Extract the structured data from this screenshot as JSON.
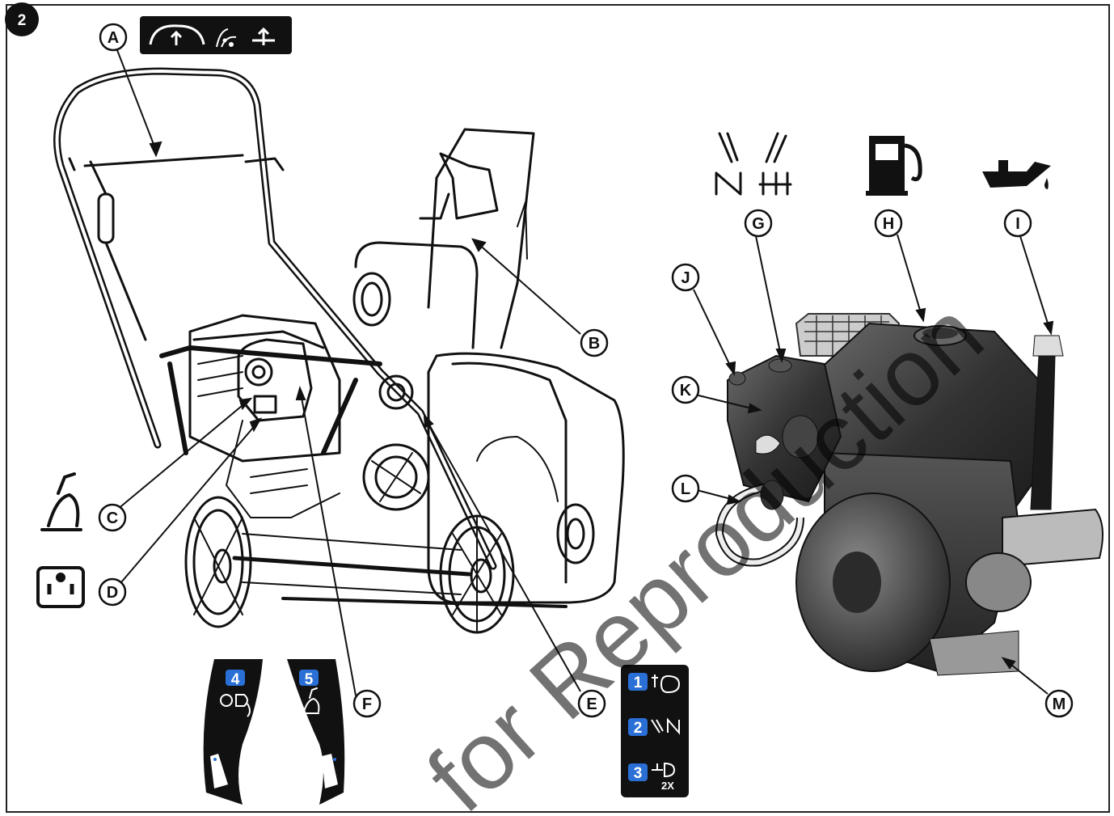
{
  "figure": {
    "number": "2",
    "watermark": "for Reproduction",
    "callouts": [
      "A",
      "B",
      "C",
      "D",
      "E",
      "F",
      "G",
      "H",
      "I",
      "J",
      "K",
      "L",
      "M"
    ],
    "decal_left": {
      "step": "4"
    },
    "decal_middle": {
      "step": "5"
    },
    "decal_right": {
      "steps": [
        "1",
        "2",
        "3"
      ],
      "label": "2X"
    }
  },
  "icons": {
    "top_panel": [
      "handle-engage-icon",
      "snow-throw-icon",
      "chute-deflector-icon"
    ],
    "engine": [
      "choke-icon",
      "throttle-icon",
      "fuel-pump-icon",
      "oil-can-icon"
    ]
  },
  "colors": {
    "ink": "#111111",
    "badge_blue": "#2a6fd6",
    "engine_dark": "#3a3a3a"
  }
}
